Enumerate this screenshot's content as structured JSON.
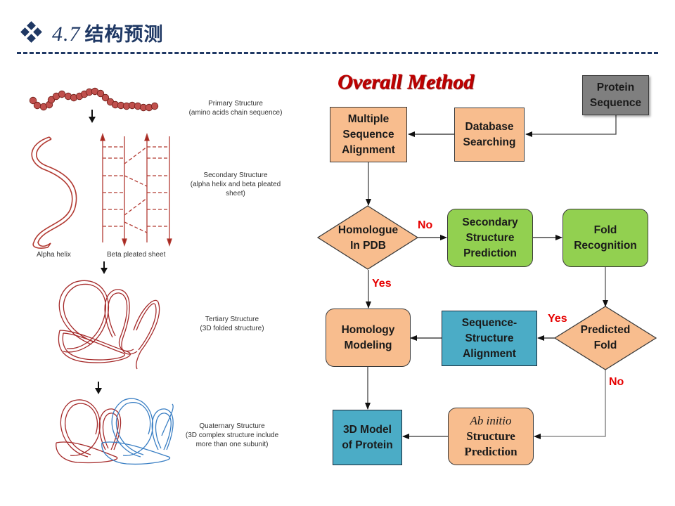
{
  "header": {
    "bullet_icon": "four-diamond-bullet",
    "section_number": "4.7",
    "title": "结构预测"
  },
  "structures": {
    "primary": {
      "title": "Primary Structure",
      "desc": "(amino acids chain sequence)"
    },
    "secondary": {
      "title": "Secondary Structure",
      "desc_line1": "(alpha helix and beta pleated",
      "desc_line2": "sheet)",
      "alpha_caption": "Alpha helix",
      "beta_caption": "Beta pleated sheet"
    },
    "tertiary": {
      "title": "Tertiary Structure",
      "desc": "(3D folded structure)"
    },
    "quaternary": {
      "title": "Quaternary Structure",
      "desc_line1": "(3D complex structure include",
      "desc_line2": "more than one subunit)"
    },
    "colors": {
      "subunit_a": "#a52a2a",
      "subunit_b": "#3a7fc4",
      "bead": "#c0504d"
    }
  },
  "flowchart": {
    "title": "Overall Method",
    "nodes": {
      "protein_sequence": {
        "line1": "Protein",
        "line2": "Sequence"
      },
      "database_searching": {
        "line1": "Database",
        "line2": "Searching"
      },
      "msa": {
        "line1": "Multiple",
        "line2": "Sequence",
        "line3": "Alignment"
      },
      "homologue_in_pdb": {
        "line1": "Homologue",
        "line2": "In PDB"
      },
      "secondary_structure_prediction": {
        "line1": "Secondary",
        "line2": "Structure",
        "line3": "Prediction"
      },
      "fold_recognition": {
        "line1": "Fold",
        "line2": "Recognition"
      },
      "predicted_fold": {
        "line1": "Predicted",
        "line2": "Fold"
      },
      "sequence_structure_alignment": {
        "line1": "Sequence-",
        "line2": "Structure",
        "line3": "Alignment"
      },
      "homology_modeling": {
        "line1": "Homology",
        "line2": "Modeling"
      },
      "model_3d": {
        "line1": "3D Model",
        "line2": "of Protein"
      },
      "ab_initio": {
        "line1": "Ab initio",
        "line2": "Structure",
        "line3": "Prediction"
      }
    },
    "edge_labels": {
      "homologue_no": "No",
      "homologue_yes": "Yes",
      "fold_yes": "Yes",
      "fold_no": "No"
    },
    "colors": {
      "peach": "#f8bd8e",
      "green": "#92d050",
      "blue": "#4bacc6",
      "gray": "#7f7f7f",
      "label_red": "#e60000",
      "title_red": "#c00000",
      "header_navy": "#1f3864"
    }
  }
}
